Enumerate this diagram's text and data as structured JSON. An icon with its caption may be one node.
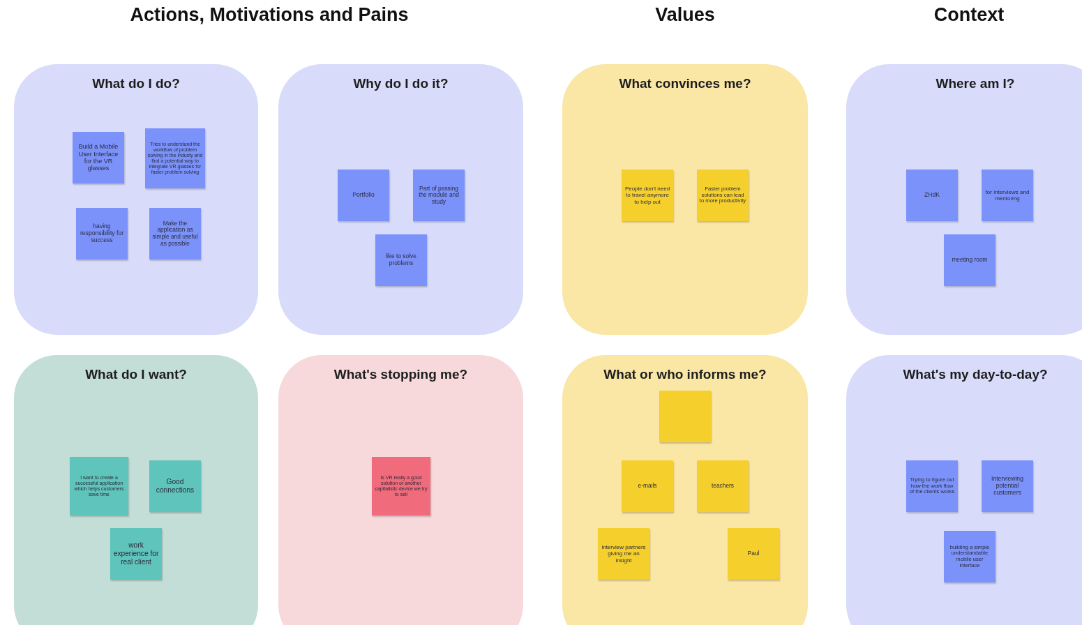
{
  "diagram": {
    "nodes": [
      {
        "text": [
          "What do I do?"
        ]
      },
      {
        "text": [
          "Build a Mobile User Interface for the VR glasses"
        ],
        "in": 0
      },
      {
        "text": [
          "Tries to understand the workflow of problem solving in the industy and find a potential way to integrate VR glasses for faster problem solving"
        ],
        "in": 0
      },
      {
        "text": [
          "having responsibility for success"
        ],
        "in": 0
      },
      {
        "text": [
          "Make the application as simple and useful as possible"
        ],
        "in": 0
      },
      {
        "text": [
          "Why do I do it?"
        ]
      },
      {
        "text": [
          "Portfolio"
        ],
        "in": 5
      },
      {
        "text": [
          "Part of passing the module and study"
        ],
        "in": 5
      },
      {
        "text": [
          "like to solve problems"
        ],
        "in": 5
      },
      {
        "text": [
          "What convinces me?"
        ]
      },
      {
        "text": [
          "People don't need to travel anymore to help out"
        ],
        "in": 9
      },
      {
        "text": [
          "Faster problem solutions can lead to more productivity"
        ],
        "in": 9
      },
      {
        "text": [
          "Where am I?"
        ]
      },
      {
        "text": [
          "ZHdK"
        ],
        "in": 12
      },
      {
        "text": [
          "for interviews and mentoring"
        ],
        "in": 12
      },
      {
        "text": [
          "meeting room"
        ],
        "in": 12
      },
      {
        "text": [
          "What do I want?"
        ]
      },
      {
        "text": [
          "I want to create a successful application which helps customers save time"
        ],
        "in": 16
      },
      {
        "text": [
          "Good connections"
        ],
        "in": 16
      },
      {
        "text": [
          "work experience for real client"
        ],
        "in": 16
      },
      {
        "text": [
          "What's stopping me?"
        ]
      },
      {
        "text": [
          "Is VR really a good solution or another capitalistic device we try to sell"
        ],
        "in": 20
      },
      {
        "text": [
          "What or who informs me?"
        ]
      },
      {
        "text": [],
        "shape": "box",
        "in": 22
      },
      {
        "text": [
          "e-mails"
        ],
        "in": 22
      },
      {
        "text": [
          "teachers"
        ],
        "in": 22
      },
      {
        "text": [
          "interview partners giving me an insight"
        ],
        "in": 22
      },
      {
        "text": [
          "Paul"
        ],
        "in": 22
      },
      {
        "text": [
          "What's my day-to-day?"
        ]
      },
      {
        "text": [
          "Trying to figure out how the work flow of the clients works"
        ],
        "in": 28
      },
      {
        "text": [
          "Interviewing potential customers"
        ],
        "in": 28
      },
      {
        "text": [
          "building a simple understandable mobile user interface"
        ],
        "in": 28
      }
    ],
    "labels": [
      "Actions, Motivations and Pains",
      "Values",
      "Context"
    ]
  }
}
